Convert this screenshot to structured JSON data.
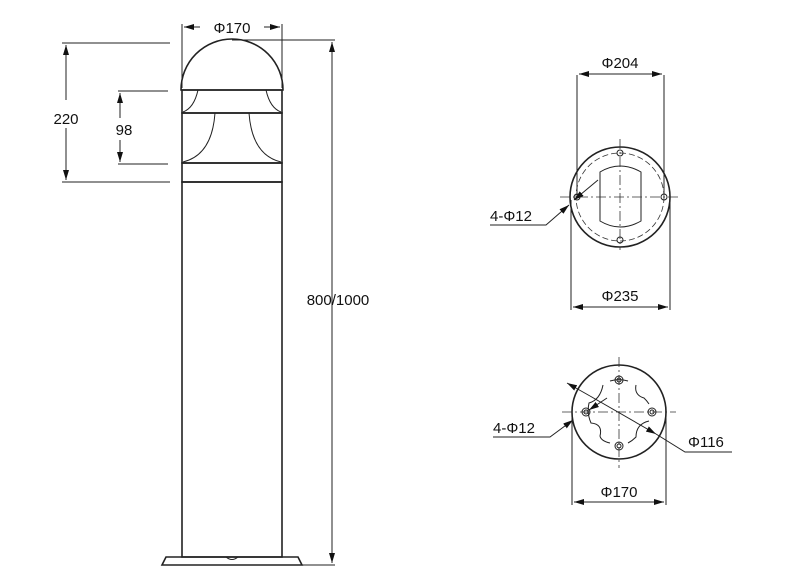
{
  "side_view": {
    "dim_head_diameter": "Φ170",
    "dim_head_height": "220",
    "dim_light_window": "98",
    "dim_total_height": "800/1000"
  },
  "top_flange_view": {
    "dim_bolt_circle": "Φ204",
    "dim_flange_diameter": "Φ235",
    "dim_holes": "4-Φ12"
  },
  "bottom_flange_view": {
    "dim_holes": "4-Φ12",
    "dim_inner_diameter": "Φ116",
    "dim_outer_diameter": "Φ170"
  }
}
